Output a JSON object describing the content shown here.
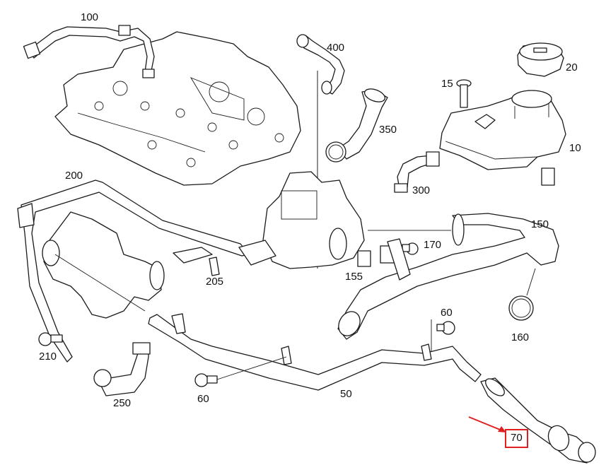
{
  "diagram": {
    "type": "exploded-parts-diagram",
    "subject": "Engine coolant hoses, thermostat housing and expansion tank",
    "callouts": [
      {
        "id": "c100",
        "label": "100",
        "part": "hose"
      },
      {
        "id": "c400",
        "label": "400",
        "part": "hose"
      },
      {
        "id": "c20",
        "label": "20",
        "part": "expansion-tank-cap"
      },
      {
        "id": "c15",
        "label": "15",
        "part": "bolt"
      },
      {
        "id": "c350",
        "label": "350",
        "part": "hose"
      },
      {
        "id": "c10",
        "label": "10",
        "part": "expansion-tank"
      },
      {
        "id": "c300",
        "label": "300",
        "part": "hose"
      },
      {
        "id": "c200",
        "label": "200",
        "part": "coolant-pipe"
      },
      {
        "id": "c150",
        "label": "150",
        "part": "hose"
      },
      {
        "id": "c170",
        "label": "170",
        "part": "bolt"
      },
      {
        "id": "c205",
        "label": "205",
        "part": "clip"
      },
      {
        "id": "c155",
        "label": "155",
        "part": "connector"
      },
      {
        "id": "c60a",
        "label": "60",
        "part": "bolt"
      },
      {
        "id": "c160",
        "label": "160",
        "part": "hose-clamp"
      },
      {
        "id": "c210",
        "label": "210",
        "part": "bolt"
      },
      {
        "id": "c250",
        "label": "250",
        "part": "hose"
      },
      {
        "id": "c60b",
        "label": "60",
        "part": "bolt"
      },
      {
        "id": "c50",
        "label": "50",
        "part": "coolant-pipe"
      },
      {
        "id": "c70",
        "label": "70",
        "part": "hose"
      }
    ],
    "highlight": {
      "label": "70",
      "color": "#e02020",
      "annotation": "red arrow pointing to part 70"
    }
  }
}
